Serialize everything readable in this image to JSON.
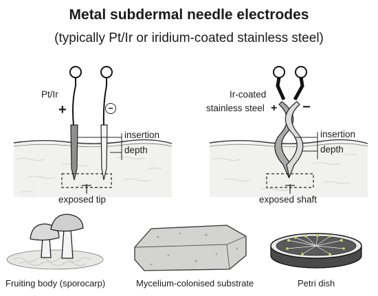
{
  "header": {
    "title": "Metal subdermal needle electrodes",
    "subtitle": "(typically Pt/Ir or iridium-coated stainless steel)"
  },
  "left_panel": {
    "material_label": "Pt/Ir",
    "plus_symbol": "+",
    "minus_symbol": "−",
    "insertion_label": "insertion",
    "depth_label": "depth",
    "exposed_label": "exposed tip"
  },
  "right_panel": {
    "material_line1": "Ir-coated",
    "material_line2": "stainless steel",
    "plus_symbol": "+",
    "minus_symbol": "−",
    "insertion_label": "insertion",
    "depth_label": "depth",
    "exposed_label": "exposed shaft"
  },
  "captions": {
    "fruiting_body": "Fruiting body (sporocarp)",
    "substrate": "Mycelium-colonised substrate",
    "petri": "Petri dish"
  }
}
